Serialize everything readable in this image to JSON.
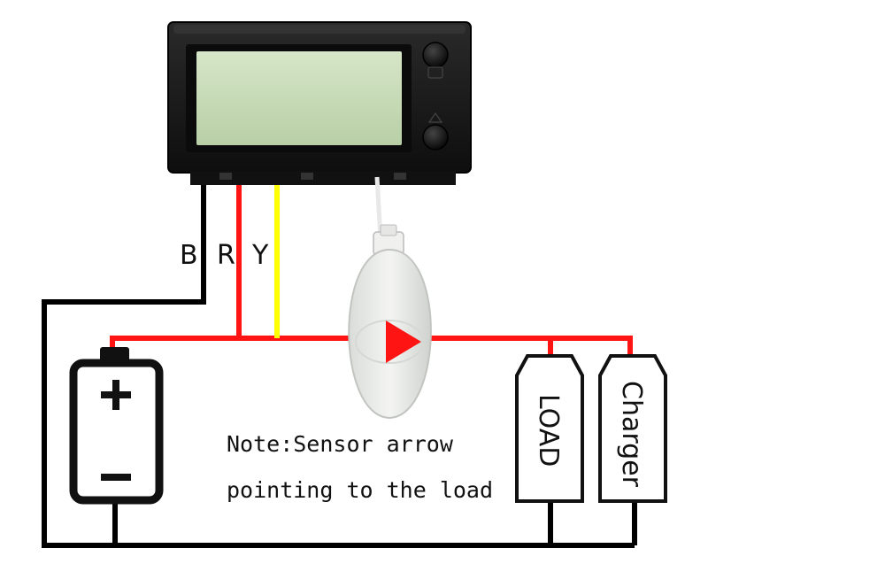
{
  "wire_labels": {
    "black": "B",
    "red": "R",
    "yellow": "Y"
  },
  "note": {
    "line1": "Note:Sensor arrow",
    "line2": "pointing to the load"
  },
  "terminals": {
    "load": "LOAD",
    "charger": "Charger"
  },
  "battery": {
    "plus_symbol": "+",
    "minus_symbol": "−"
  },
  "colors": {
    "positive_wire": "#ff1414",
    "ground_wire": "#000000",
    "signal_wire": "#ffff00",
    "sensor_arrow": "#ff1414",
    "lcd_screen": "#c8dcb8",
    "meter_body": "#1c1c1c"
  }
}
